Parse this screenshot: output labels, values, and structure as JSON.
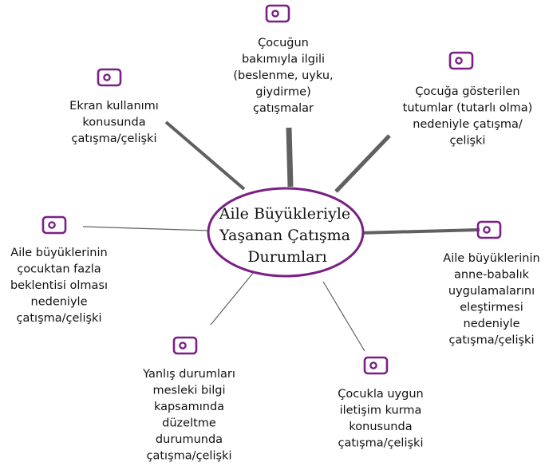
{
  "accent_color": "#7b1f87",
  "center": {
    "lines": [
      "Aile Büyükleriyle",
      "Yaşanan Çatışma",
      "Durumları"
    ]
  },
  "nodes": [
    {
      "icon": "tag-icon",
      "lines": [
        "Çocuğun",
        "bakımıyla ilgili",
        "(beslenme, uyku,",
        "giydirme)",
        "çatışmalar"
      ]
    },
    {
      "icon": "tag-icon",
      "lines": [
        "Çocuğa gösterilen",
        "tutumlar (tutarlı olma)",
        "nedeniyle çatışma/",
        "çelişki"
      ]
    },
    {
      "icon": "tag-icon",
      "lines": [
        "Aile büyüklerinin",
        "anne-babalık",
        "uygulamalarını",
        "eleştirmesi",
        "nedeniyle",
        "çatışma/çelişki"
      ]
    },
    {
      "icon": "tag-icon",
      "lines": [
        "Çocukla uygun",
        "iletişim kurma",
        "konusunda",
        "çatışma/çelişki"
      ]
    },
    {
      "icon": "tag-icon",
      "lines": [
        "Yanlış durumları",
        "mesleki bilgi",
        "kapsamında",
        "düzeltme",
        "durumunda",
        "çatışma/çelişki"
      ]
    },
    {
      "icon": "tag-icon",
      "lines": [
        "Aile büyüklerinin",
        "çocuktan fazla",
        "beklentisi olması",
        "nedeniyle",
        "çatışma/çelişki"
      ]
    },
    {
      "icon": "tag-icon",
      "lines": [
        "Ekran kullanımı",
        "konusunda",
        "çatışma/çelişki"
      ]
    }
  ]
}
